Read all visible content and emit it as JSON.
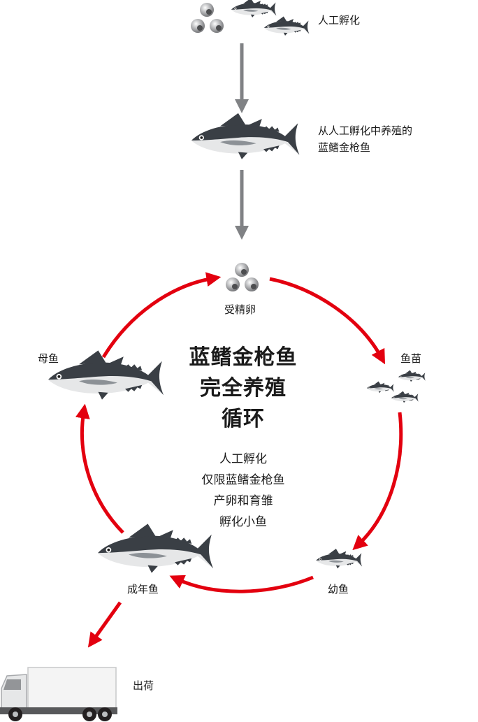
{
  "stages": {
    "artificial_hatch": "人工孵化",
    "raised_tuna_line1": "从人工孵化中养殖的",
    "raised_tuna_line2": "蓝鳍金枪鱼",
    "fertilized_eggs": "受精卵",
    "fry": "鱼苗",
    "juvenile": "幼鱼",
    "adult": "成年鱼",
    "mother_fish": "母鱼",
    "shipping": "出荷"
  },
  "center": {
    "title_lines": [
      "蓝鳍金枪鱼",
      "完全养殖",
      "循环"
    ],
    "desc_lines": [
      "人工孵化",
      "仅限蓝鳍金枪鱼",
      "产卵和育雏",
      "孵化小鱼"
    ]
  },
  "colors": {
    "cycle_arrow": "#e3000f",
    "flow_arrow": "#808285",
    "fish_back": "#3a3f45",
    "fish_belly": "#e6e7e8",
    "egg": "#8a8c8e"
  }
}
